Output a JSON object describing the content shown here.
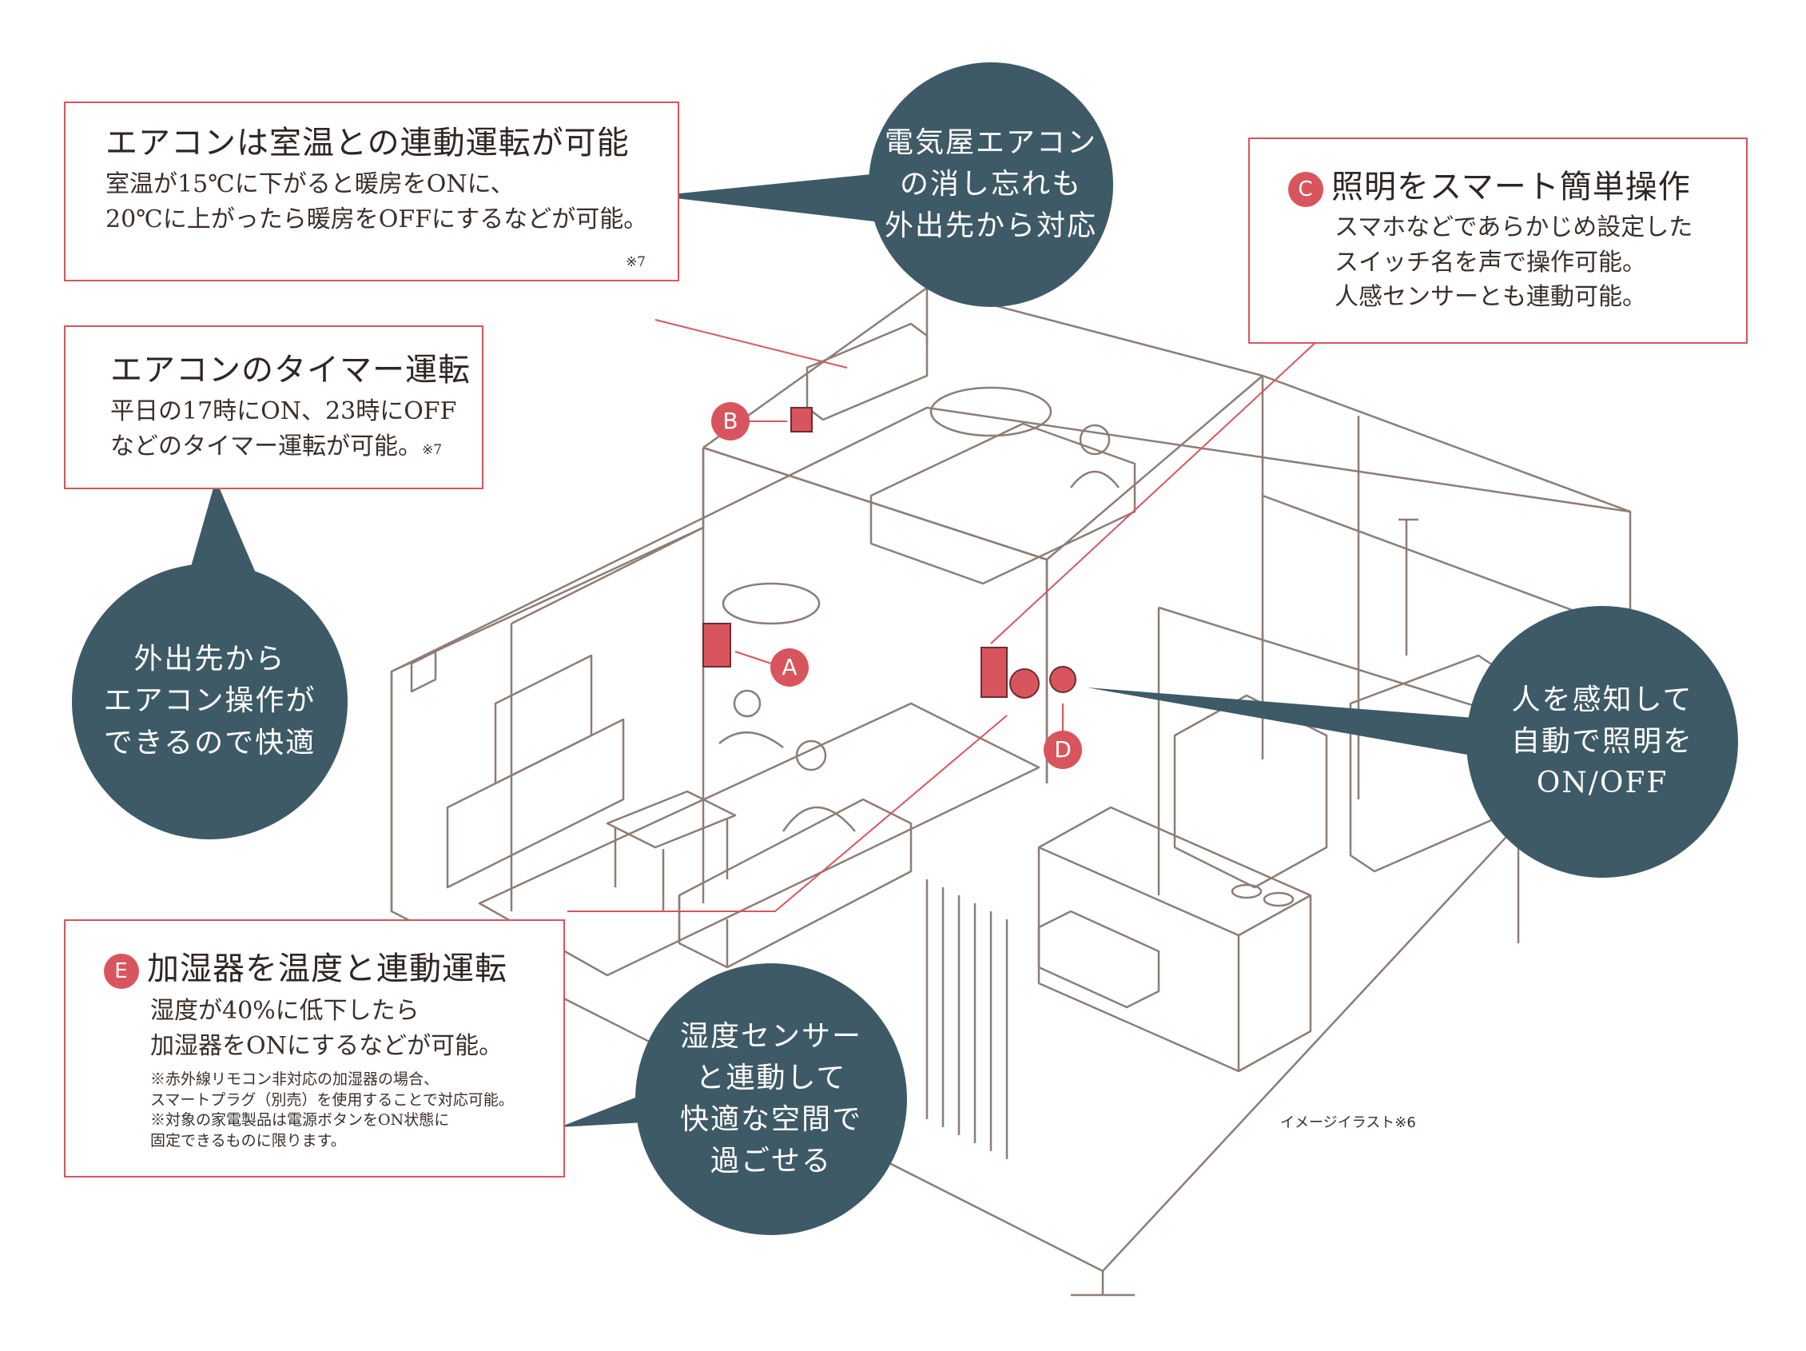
{
  "box_aircon_link": {
    "title": "エアコンは室温との連動運転が可能",
    "line1": "室温が15℃に下がると暖房をONに、",
    "line2": "20℃に上がったら暖房をOFFにするなどが可能。",
    "note": "※7"
  },
  "box_timer": {
    "title": "エアコンのタイマー運転",
    "line1": "平日の17時にON、23時にOFF",
    "line2": "などのタイマー運転が可能。",
    "note": "※7"
  },
  "box_light": {
    "badge": "C",
    "title": "照明をスマート簡単操作",
    "line1": "スマホなどであらかじめ設定した",
    "line2": "スイッチ名を声で操作可能。",
    "line3": "人感センサーとも連動可能。"
  },
  "box_humid": {
    "badge": "E",
    "title": "加湿器を温度と連動運転",
    "line1": "湿度が40%に低下したら",
    "line2": "加湿器をONにするなどが可能。",
    "note1": "※赤外線リモコン非対応の加湿器の場合、",
    "note2": "スマートプラグ（別売）を使用することで対応可能。",
    "note3": "※対象の家電製品は電源ボタンをON状態に",
    "note4": "固定できるものに限ります。"
  },
  "bubble_top": [
    "電気屋エアコン",
    "の消し忘れも",
    "外出先から対応"
  ],
  "bubble_left": [
    "外出先から",
    "エアコン操作が",
    "できるので快適"
  ],
  "bubble_right": [
    "人を感知して",
    "自動で照明を",
    "ON/OFF"
  ],
  "bubble_bottom": [
    "湿度センサー",
    "と連動して",
    "快適な空間で",
    "過ごせる"
  ],
  "markers": {
    "a": "A",
    "b": "B",
    "d": "D"
  },
  "caption": "イメージイラスト※6",
  "colors": {
    "accent": "#d9555d",
    "bubble": "#3e5a66",
    "line": "#8c7d76"
  }
}
